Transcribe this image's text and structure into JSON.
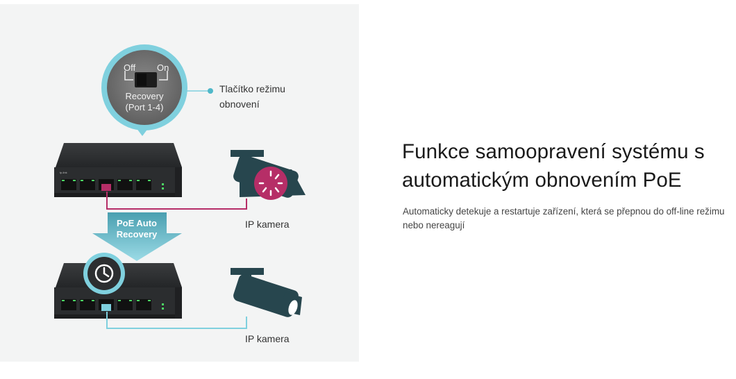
{
  "illustration": {
    "switch_labels": {
      "off": "Off",
      "on": "On",
      "recovery_line1": "Recovery",
      "recovery_line2": "(Port 1-4)"
    },
    "button_caption_line1": "Tlačítko režimu",
    "button_caption_line2": "obnovení",
    "arrow_line1": "PoE Auto",
    "arrow_line2": "Recovery",
    "camera_label_top": "IP kamera",
    "camera_label_bottom": "IP kamera"
  },
  "feature": {
    "title": "Funkce samoopravení systému s automatickým obnovením PoE",
    "description": "Automaticky detekuje a restartuje zařízení, která se přepnou do off-line režimu nebo nereagují"
  },
  "colors": {
    "teal": "#7fd0de",
    "camera_dark": "#27464e",
    "error_pink": "#b62e67",
    "switch_body": "#2c2e30"
  }
}
